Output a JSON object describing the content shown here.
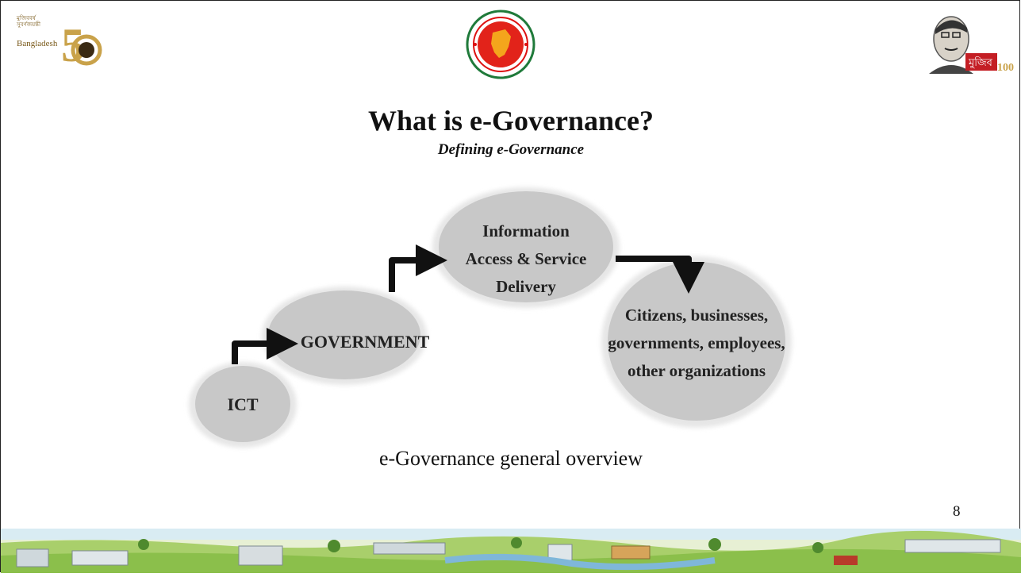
{
  "logos": {
    "left": {
      "text_small": "মুজিববর্ষ সুবর্ণজয়ন্তী",
      "text_country": "Bangladesh",
      "text_number": "50"
    },
    "center": {
      "name": "Government seal of Bangladesh"
    },
    "right": {
      "text": "মুজিব",
      "text_number": "100"
    }
  },
  "slide": {
    "title": "What is e-Governance?",
    "subtitle": "Defining e-Governance",
    "caption": "e-Governance general overview",
    "page_number": "8"
  },
  "diagram": {
    "nodes": [
      {
        "id": "ict",
        "lines": [
          "ICT"
        ]
      },
      {
        "id": "government",
        "lines": [
          "GOVERNMENT"
        ]
      },
      {
        "id": "info",
        "lines": [
          "Information",
          "Access & Service",
          "Delivery"
        ]
      },
      {
        "id": "citizens",
        "lines": [
          "Citizens, businesses,",
          "governments, employees,",
          "other organizations"
        ]
      }
    ],
    "colors": {
      "node_fill": "#c8c8c8",
      "arrow": "#111111"
    }
  }
}
